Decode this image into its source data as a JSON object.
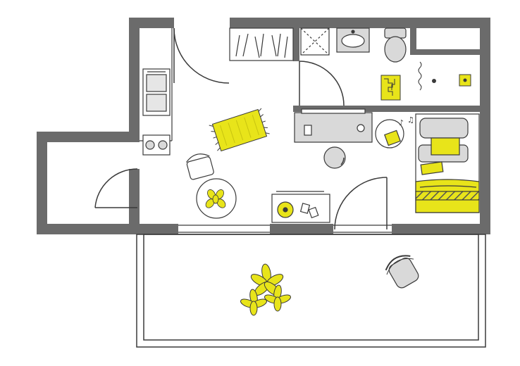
{
  "plan": {
    "rooms": [
      "entrance",
      "kitchen",
      "living-area",
      "bathroom",
      "sleeping-area",
      "storage-room",
      "balcony"
    ],
    "furniture": [
      "kitchen-sink",
      "stove",
      "wardrobe",
      "washbasin",
      "toilet",
      "shower",
      "bathroom-rug",
      "desk",
      "desk-stool",
      "dining-table",
      "dining-chair",
      "rug",
      "coffee-table",
      "bed",
      "nightstand",
      "balcony-plant",
      "balcony-chair"
    ],
    "colors": {
      "wall": "#6b6b6b",
      "accent": "#e8e41a",
      "furniture_fill": "#d9d9d9",
      "line": "#3a3a3a",
      "background": "#ffffff"
    }
  }
}
